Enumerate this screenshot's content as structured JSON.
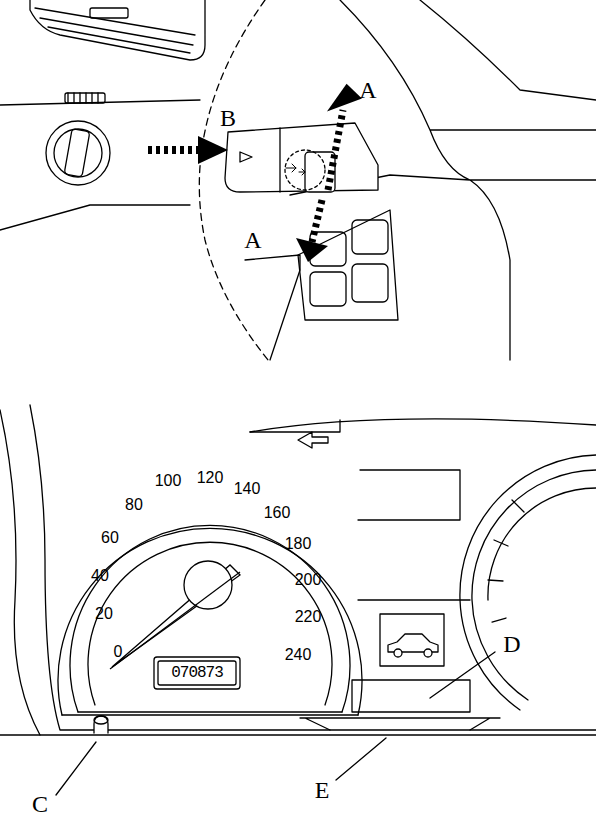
{
  "diagram": {
    "labels": [
      "A",
      "B",
      "A",
      "0",
      "20",
      "40",
      "60",
      "80",
      "100",
      "120",
      "140",
      "160",
      "180",
      "200",
      "220",
      "240",
      "070873",
      "D",
      "C",
      "E"
    ]
  }
}
